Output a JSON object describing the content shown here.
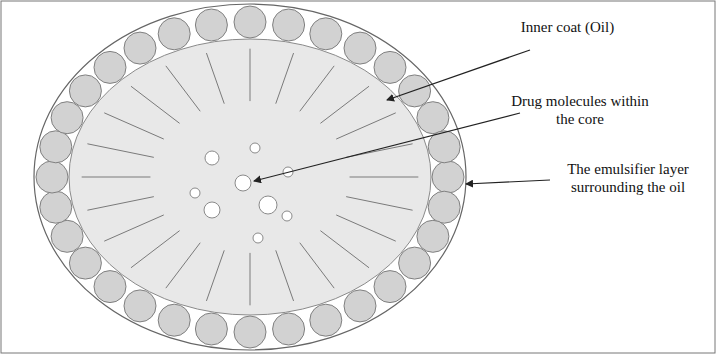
{
  "diagram": {
    "labels": [
      "Inner coat (Oil)",
      "Drug molecules within the core",
      "The emulsifier layer surrounding the oil"
    ]
  }
}
